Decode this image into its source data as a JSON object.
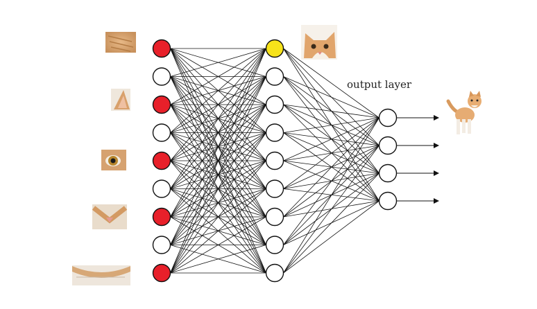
{
  "diagram": {
    "output_layer_label": "output layer",
    "colors": {
      "background": "#ffffff",
      "edge": "#111111",
      "node_stroke": "#111111",
      "node_default_fill": "#ffffff",
      "node_active_input": "#e8202a",
      "node_active_hidden": "#f7e31a",
      "fur_orange": "#d9a56f",
      "fur_white": "#f1ece4"
    },
    "layers": [
      {
        "name": "input",
        "node_count": 9,
        "active_nodes": [
          0,
          2,
          4,
          6,
          8
        ],
        "active_color_key": "node_active_input"
      },
      {
        "name": "hidden",
        "node_count": 9,
        "active_nodes": [
          0
        ],
        "active_color_key": "node_active_hidden"
      },
      {
        "name": "output",
        "node_count": 4,
        "active_nodes": []
      }
    ],
    "feature_images": [
      {
        "name": "fur-patch-image",
        "icon": "fur-patch"
      },
      {
        "name": "cat-ear-image",
        "icon": "cat-ear"
      },
      {
        "name": "cat-eye-image",
        "icon": "cat-eye"
      },
      {
        "name": "cat-nose-image",
        "icon": "cat-nose"
      },
      {
        "name": "cat-chin-image",
        "icon": "cat-chin"
      }
    ],
    "hidden_image": {
      "name": "cat-face-image",
      "icon": "cat-face"
    },
    "result_image": {
      "name": "full-cat-image",
      "icon": "standing-cat"
    }
  }
}
